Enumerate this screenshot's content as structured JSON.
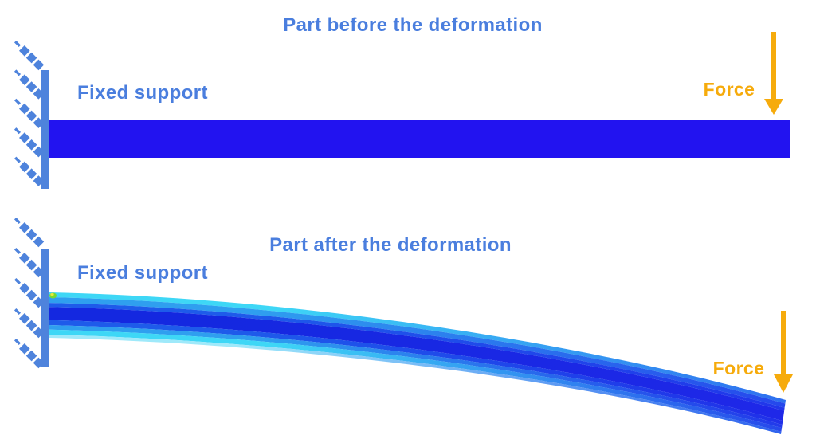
{
  "diagram": {
    "before": {
      "title": "Part before the deformation",
      "support_label": "Fixed support",
      "force_label": "Force"
    },
    "after": {
      "title": "Part after the deformation",
      "support_label": "Fixed support",
      "force_label": "Force"
    }
  },
  "colors": {
    "label_blue": "#4A7EDE",
    "support_blue": "#4E83DC",
    "beam_blue": "#2213F0",
    "force_orange": "#F6AB0C",
    "spot_green": "#76DA33",
    "spot_yellow": "#E8E93B",
    "background": "#FFFFFF"
  },
  "deformed_beam": {
    "bands": [
      {
        "from": 0.0,
        "to": 0.105,
        "left": "#3ED7F6",
        "right": "#2E6FEF",
        "hold": 0.3
      },
      {
        "from": 0.105,
        "to": 0.23,
        "left": "#2F9FEF",
        "right": "#2547EC",
        "hold": 0.28
      },
      {
        "from": 0.23,
        "to": 0.32,
        "left": "#1E5BEA",
        "right": "#2136EA",
        "hold": 0.25
      },
      {
        "from": 0.32,
        "to": 0.61,
        "left": "#1428E0",
        "right": "#1F28E8",
        "hold": 0.2
      },
      {
        "from": 0.61,
        "to": 0.72,
        "left": "#1E5BEA",
        "right": "#2030E9",
        "hold": 0.25
      },
      {
        "from": 0.72,
        "to": 0.82,
        "left": "#2F9FEF",
        "right": "#2239EA",
        "hold": 0.28
      },
      {
        "from": 0.82,
        "to": 0.93,
        "left": "#3ED7F6",
        "right": "#2647EB",
        "hold": 0.3
      },
      {
        "from": 0.93,
        "to": 1.0,
        "left": "#9FE9FA",
        "right": "#2E62EE",
        "hold": 0.25
      }
    ]
  }
}
